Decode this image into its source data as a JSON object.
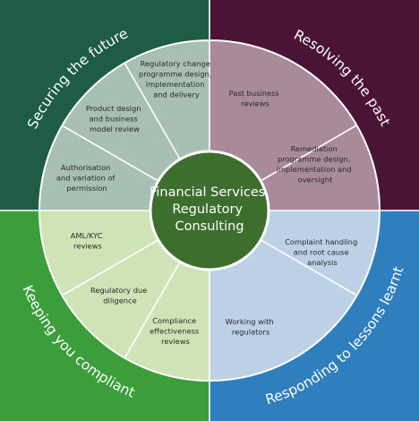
{
  "center": {
    "lines": [
      "Financial Services",
      "Regulatory",
      "Consulting"
    ]
  },
  "quadrants": [
    {
      "key": "future",
      "title": "Securing the future",
      "outer_color": "#1f5c46",
      "inner_color": "#a8bfb3",
      "items": [
        {
          "key": "regulatory-change",
          "lines": [
            "Regulatory change",
            "programme design,",
            "implementation",
            "and delivery"
          ]
        },
        {
          "key": "product-design",
          "lines": [
            "Product design",
            "and business",
            "model review"
          ]
        },
        {
          "key": "authorisation",
          "lines": [
            "Authorisation",
            "and variation of",
            "permission"
          ]
        }
      ]
    },
    {
      "key": "past",
      "title": "Resolving the past",
      "outer_color": "#4a1436",
      "inner_color": "#a98a9b",
      "items": [
        {
          "key": "past-business",
          "lines": [
            "Past business",
            "reviews"
          ]
        },
        {
          "key": "remediation",
          "lines": [
            "Remediation",
            "programme design,",
            "implementation and",
            "oversight"
          ]
        }
      ]
    },
    {
      "key": "lessons",
      "title": "Responding to lessons learnt",
      "outer_color": "#2f7ebd",
      "inner_color": "#bcd0e6",
      "items": [
        {
          "key": "complaint-handling",
          "lines": [
            "Complaint handling",
            "and root cause",
            "analysis"
          ]
        },
        {
          "key": "working-regulators",
          "lines": [
            "Working with",
            "regulators"
          ]
        }
      ]
    },
    {
      "key": "compliant",
      "title": "Keeping you compliant",
      "outer_color": "#3c9e3a",
      "inner_color": "#cfe3b6",
      "items": [
        {
          "key": "aml-kyc",
          "lines": [
            "AML/KYC",
            "reviews"
          ]
        },
        {
          "key": "due-diligence",
          "lines": [
            "Regulatory due",
            "diligence"
          ]
        },
        {
          "key": "compliance-effectiveness",
          "lines": [
            "Compliance",
            "effectiveness",
            "reviews"
          ]
        }
      ]
    }
  ],
  "colors": {
    "center": "#3d6e2e",
    "center_stroke": "#ffffff",
    "divider": "#ffffff"
  }
}
